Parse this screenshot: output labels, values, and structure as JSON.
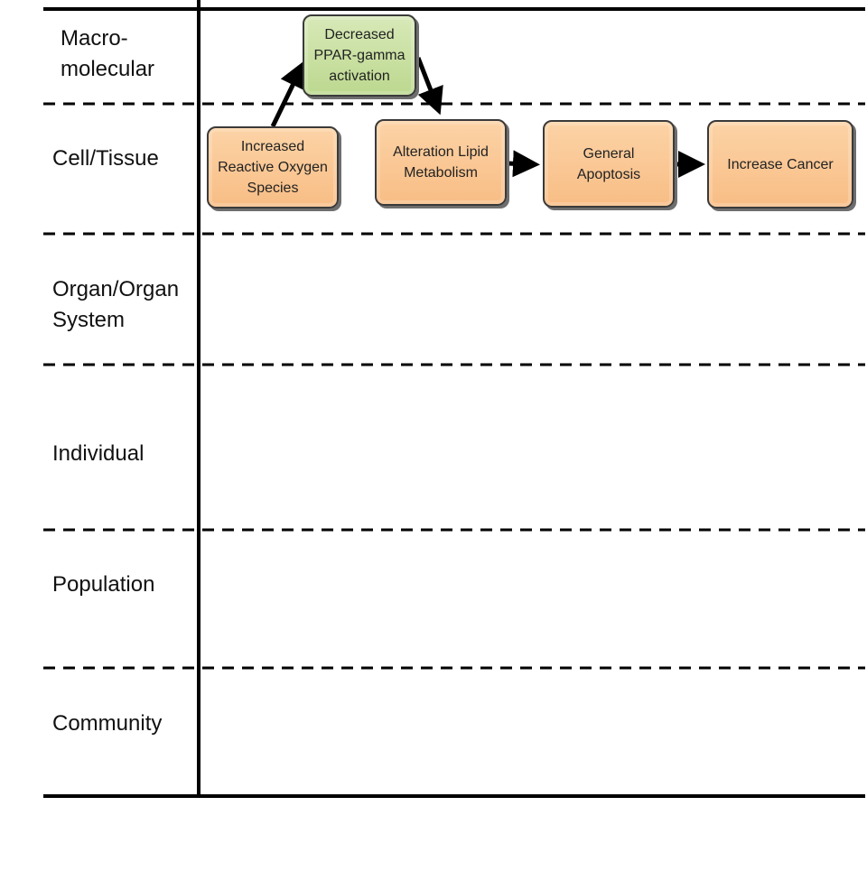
{
  "levels": [
    {
      "label": "Macro-\nmolecular"
    },
    {
      "label": "Cell/Tissue"
    },
    {
      "label": "Organ/Organ\nSystem"
    },
    {
      "label": "Individual"
    },
    {
      "label": "Population"
    },
    {
      "label": "Community"
    }
  ],
  "nodes": {
    "ppar": {
      "label": "Decreased PPAR-gamma activation",
      "color": "#c4dd9a"
    },
    "ros": {
      "label": "Increased Reactive Oxygen Species",
      "color": "#f9c593"
    },
    "lipid": {
      "label": "Alteration Lipid Metabolism",
      "color": "#f9c593"
    },
    "apoptosis": {
      "label": "General Apoptosis",
      "color": "#f9c593"
    },
    "cancer": {
      "label": "Increase Cancer",
      "color": "#f9c593"
    }
  },
  "edges": [
    {
      "from": "Increased Reactive Oxygen Species",
      "to": "Decreased PPAR-gamma activation"
    },
    {
      "from": "Decreased PPAR-gamma activation",
      "to": "Alteration Lipid Metabolism"
    },
    {
      "from": "Alteration Lipid Metabolism",
      "to": "General Apoptosis"
    },
    {
      "from": "General Apoptosis",
      "to": "Increase Cancer"
    }
  ]
}
